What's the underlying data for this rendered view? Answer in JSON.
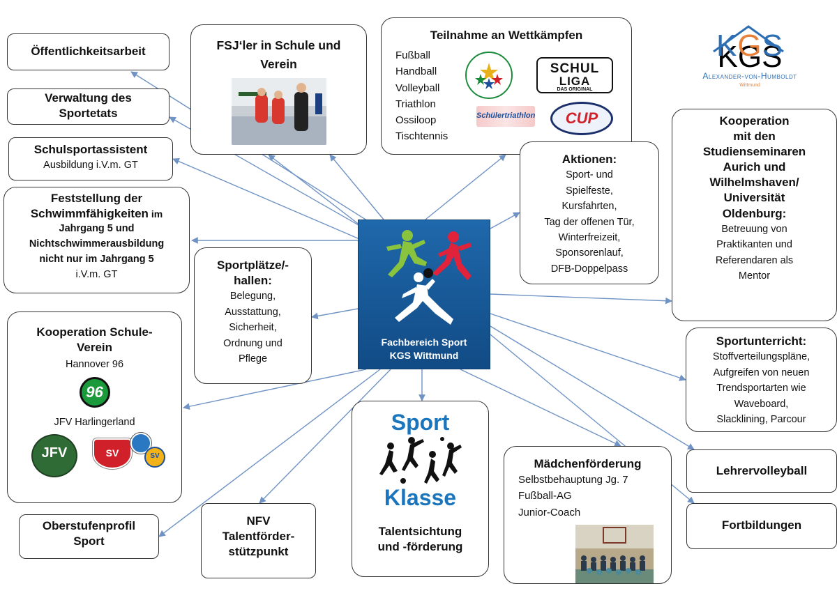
{
  "center": {
    "line1": "Fachbereich Sport",
    "line2": "KGS Wittmund"
  },
  "logo": {
    "kgs": "KGS",
    "subtitle": "Alexander-von-Humboldt",
    "city": "Wittmund"
  },
  "oeffentlichkeit": {
    "title": "Öffentlichkeitsarbeit"
  },
  "verwaltung": {
    "title1": "Verwaltung des",
    "title2": "Sportetats"
  },
  "schulsportassistent": {
    "title": "Schulsportassistent",
    "sub": "Ausbildung i.V.m. GT"
  },
  "schwimm": {
    "l1": "Feststellung der",
    "l2": "Schwimmfähigkeiten",
    "l2b": " im",
    "l3": "Jahrgang 5 und",
    "l4": "Nichtschwimmerausbildung",
    "l5": "nicht nur im Jahrgang 5",
    "l6": "i.V.m. GT"
  },
  "kooperation_verein": {
    "title1": "Kooperation Schule-",
    "title2": "Verein",
    "club1": "Hannover 96",
    "club1_logo": "96",
    "club2": "JFV Harlingerland",
    "logo_jfv": "JFV",
    "logo_svl": "SV",
    "logo_sv": "SV"
  },
  "oberstufe": {
    "title1": "Oberstufenprofil",
    "title2": "Sport"
  },
  "fsj": {
    "title1": "FSJ‘ler in Schule und",
    "title2": "Verein"
  },
  "sportplaetze": {
    "title1": "Sportplätze/-",
    "title2": "hallen:",
    "items": [
      "Belegung,",
      "Ausstattung,",
      "Sicherheit,",
      "Ordnung und",
      "Pflege"
    ]
  },
  "nfv": {
    "l1": "NFV",
    "l2": "Talentförder-",
    "l3": "stützpunkt"
  },
  "sportklasse": {
    "logo1": "Sport",
    "logo2": "Klasse",
    "l1": "Talentsichtung",
    "l2": "und -förderung"
  },
  "wettkaempfe": {
    "title": "Teilnahme an Wettkämpfen",
    "items": [
      "Fußball",
      "Handball",
      "Volleyball",
      "Triathlon",
      "Ossiloop",
      "Tischtennis"
    ],
    "logo_schulliga1": "SCHUL",
    "logo_schulliga2": "LIGA",
    "logo_schulliga3": "DAS ORIGINAL",
    "logo_triathlon": "Schülertriathlon",
    "logo_cup": "CUP"
  },
  "aktionen": {
    "title": "Aktionen:",
    "items": [
      "Sport- und",
      "Spielfeste,",
      "Kursfahrten,",
      "Tag der offenen Tür,",
      "Winterfreizeit,",
      "Sponsorenlauf,",
      "DFB-Doppelpass"
    ]
  },
  "studienseminar": {
    "l1": "Kooperation",
    "l2": "mit den",
    "l3": "Studienseminaren",
    "l4": "Aurich und",
    "l5": "Wilhelmshaven/",
    "l6": "Universität",
    "l7": "Oldenburg:",
    "d1": "Betreuung von",
    "d2": "Praktikanten und",
    "d3": "Referendaren als",
    "d4": "Mentor"
  },
  "sportunterricht": {
    "title": "Sportunterricht:",
    "items": [
      "Stoffverteilungspläne,",
      "Aufgreifen von neuen",
      "Trendsportarten  wie",
      "Waveboard,",
      "Slacklining, Parcour"
    ]
  },
  "lehrervolleyball": {
    "title": "Lehrervolleyball"
  },
  "fortbildungen": {
    "title": "Fortbildungen"
  },
  "maedchen": {
    "title": "Mädchenförderung",
    "items": [
      "Selbstbehauptung Jg. 7",
      "Fußball-AG",
      "Junior-Coach"
    ]
  },
  "colors": {
    "arrow": "#6f93c4",
    "center_bg": "#1a5a9a",
    "logo_orange": "#e8803a",
    "logo_blue": "#2e6fb4",
    "sport_blue": "#1b75bc"
  }
}
